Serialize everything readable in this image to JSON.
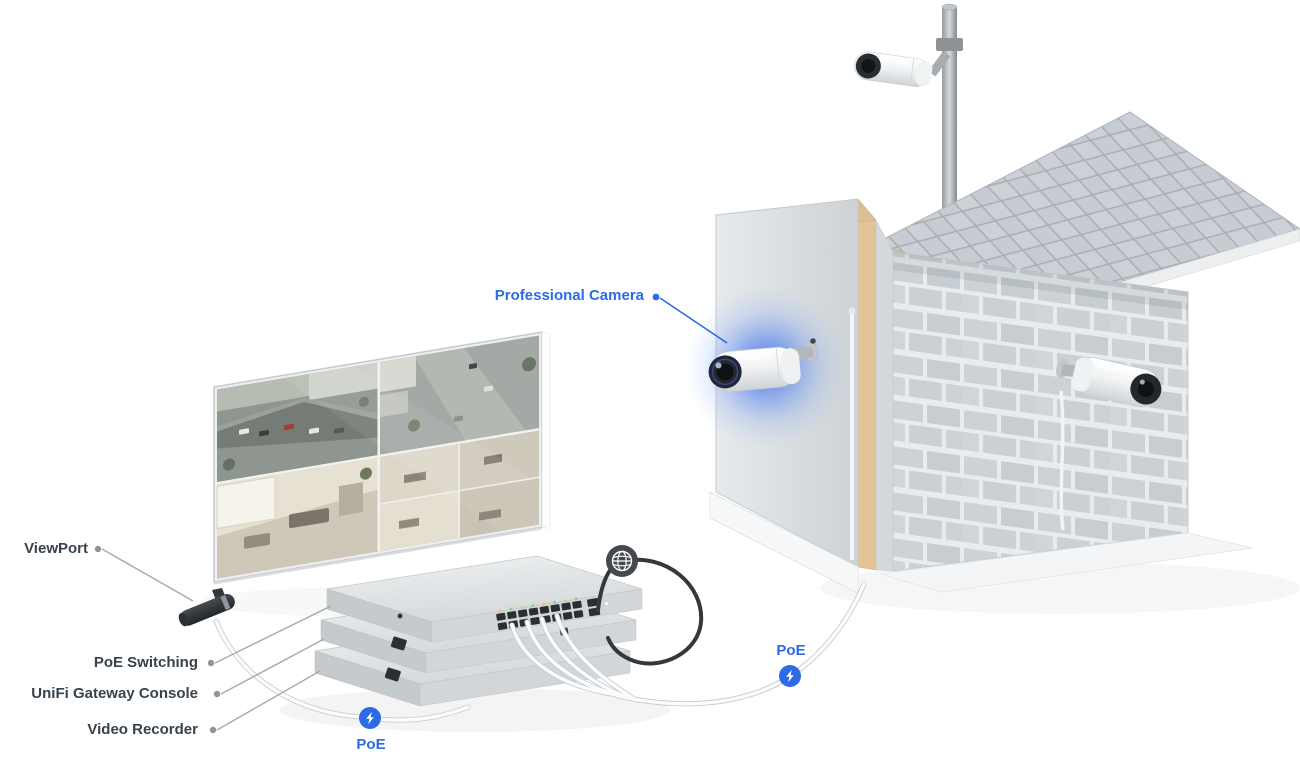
{
  "diagram": {
    "type": "isometric-security-camera-topology",
    "labels": {
      "viewport": "ViewPort",
      "poe_switching": "PoE Switching",
      "unifi_gateway_console": "UniFi Gateway Console",
      "video_recorder": "Video Recorder",
      "professional_camera": "Professional Camera",
      "poe_wall_link": "PoE",
      "poe_stack_link": "PoE"
    },
    "icons": {
      "internet": "globe-icon",
      "poe_power": "lightning-bolt-icon"
    },
    "colors": {
      "background": "#ffffff",
      "accent_blue": "#2c6be4",
      "label_text": "#37424c",
      "camera_glow_blue": "#3f6ef0",
      "leader_line_gray": "#a7acb0",
      "device_black": "#33383c",
      "equipment_silver": "#d5d9db"
    }
  }
}
